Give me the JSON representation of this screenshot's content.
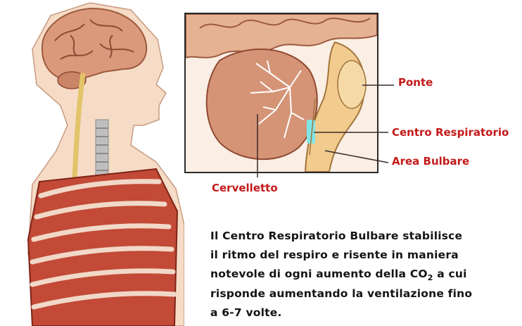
{
  "labels": {
    "ponte": "Ponte",
    "centro_respiratorio": "Centro Respiratorio",
    "area_bulbare": "Area Bulbare",
    "cervelletto": "Cervelletto"
  },
  "caption": {
    "line1": "Il Centro Respiratorio  Bulbare stabilisce",
    "line2": "il ritmo del respiro e risente  in maniera",
    "line3_before": "notevole di ogni aumento della ",
    "co2_base": "CO",
    "co2_sub": "2",
    "line3_after": " a cui",
    "line4": "risponde aumentando la ventilazione  fino",
    "line5": "a 6-7 volte."
  },
  "colors": {
    "label_red": "#c41a1a",
    "respiratory_center": "#7fe6e6",
    "muscle": "#b9412f",
    "skin": "#f6d9c2",
    "brain": "#d89a7a"
  }
}
